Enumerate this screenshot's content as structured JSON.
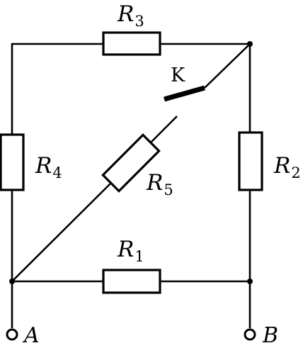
{
  "resistors": {
    "r1": {
      "letter": "R",
      "index": "1"
    },
    "r2": {
      "letter": "R",
      "index": "2"
    },
    "r3": {
      "letter": "R",
      "index": "3"
    },
    "r4": {
      "letter": "R",
      "index": "4"
    },
    "r5": {
      "letter": "R",
      "index": "5"
    }
  },
  "switch": {
    "label": "K"
  },
  "terminals": {
    "a": "A",
    "b": "B"
  },
  "colors": {
    "line": "#000000",
    "background": "#ffffff"
  }
}
